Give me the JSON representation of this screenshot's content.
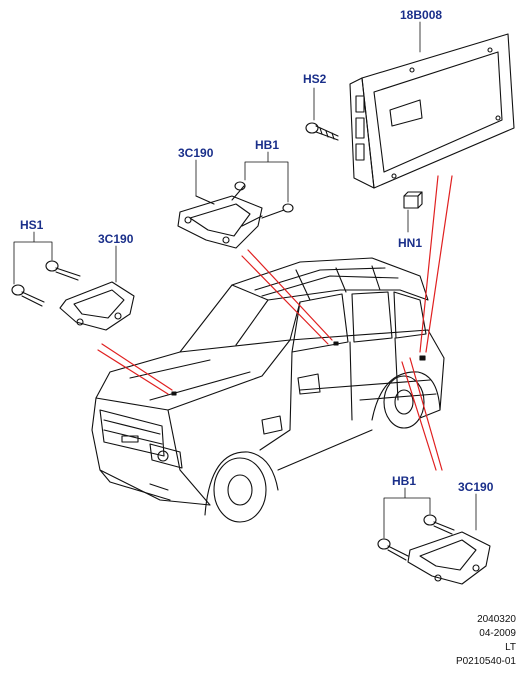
{
  "callouts": {
    "module_part": "18B008",
    "hs2": "HS2",
    "hb1_upper": "HB1",
    "bracket_upper": "3C190",
    "hs1": "HS1",
    "bracket_left": "3C190",
    "hn1": "HN1",
    "hb1_lower": "HB1",
    "bracket_lower": "3C190"
  },
  "footer": {
    "code": "2040320",
    "date": "04-2009",
    "region": "LT",
    "ref": "P0210540-01"
  },
  "colors": {
    "callout_text": "#1a2f8a",
    "leader_line": "#e02020",
    "line_art": "#111111"
  }
}
